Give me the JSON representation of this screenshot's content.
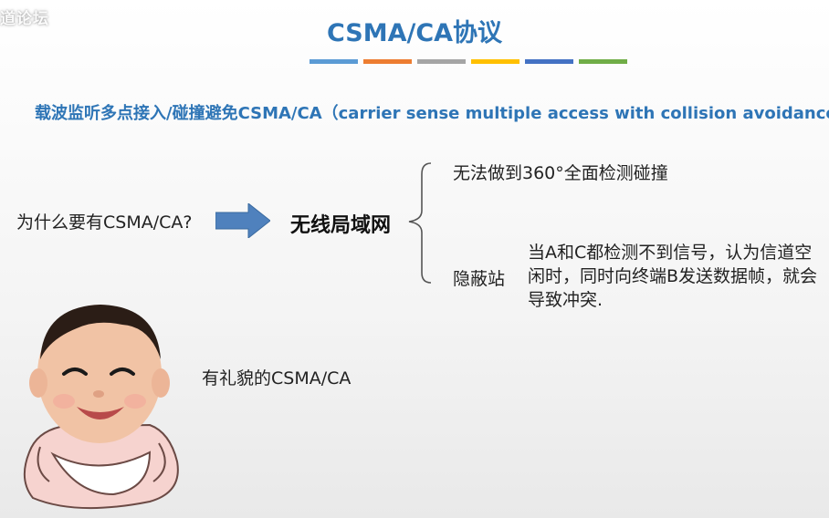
{
  "watermark": "道论坛",
  "title": "CSMA/CA协议",
  "color_bars": [
    "#5b9bd5",
    "#ed7d31",
    "#a5a5a5",
    "#ffc000",
    "#4472c4",
    "#70ad47"
  ],
  "subtitle": "载波监听多点接入/碰撞避免CSMA/CA（carrier sense multiple access with collision avoidance）",
  "question": "为什么要有CSMA/CA?",
  "topic": "无线局域网",
  "reasons": {
    "first": "无法做到360°全面检测碰撞",
    "second_label": "隐蔽站",
    "second_desc": "当A和C都检测不到信号，认为信道空闲时，同时向终端B发送数据帧，就会导致冲突."
  },
  "caption": "有礼貌的CSMA/CA"
}
